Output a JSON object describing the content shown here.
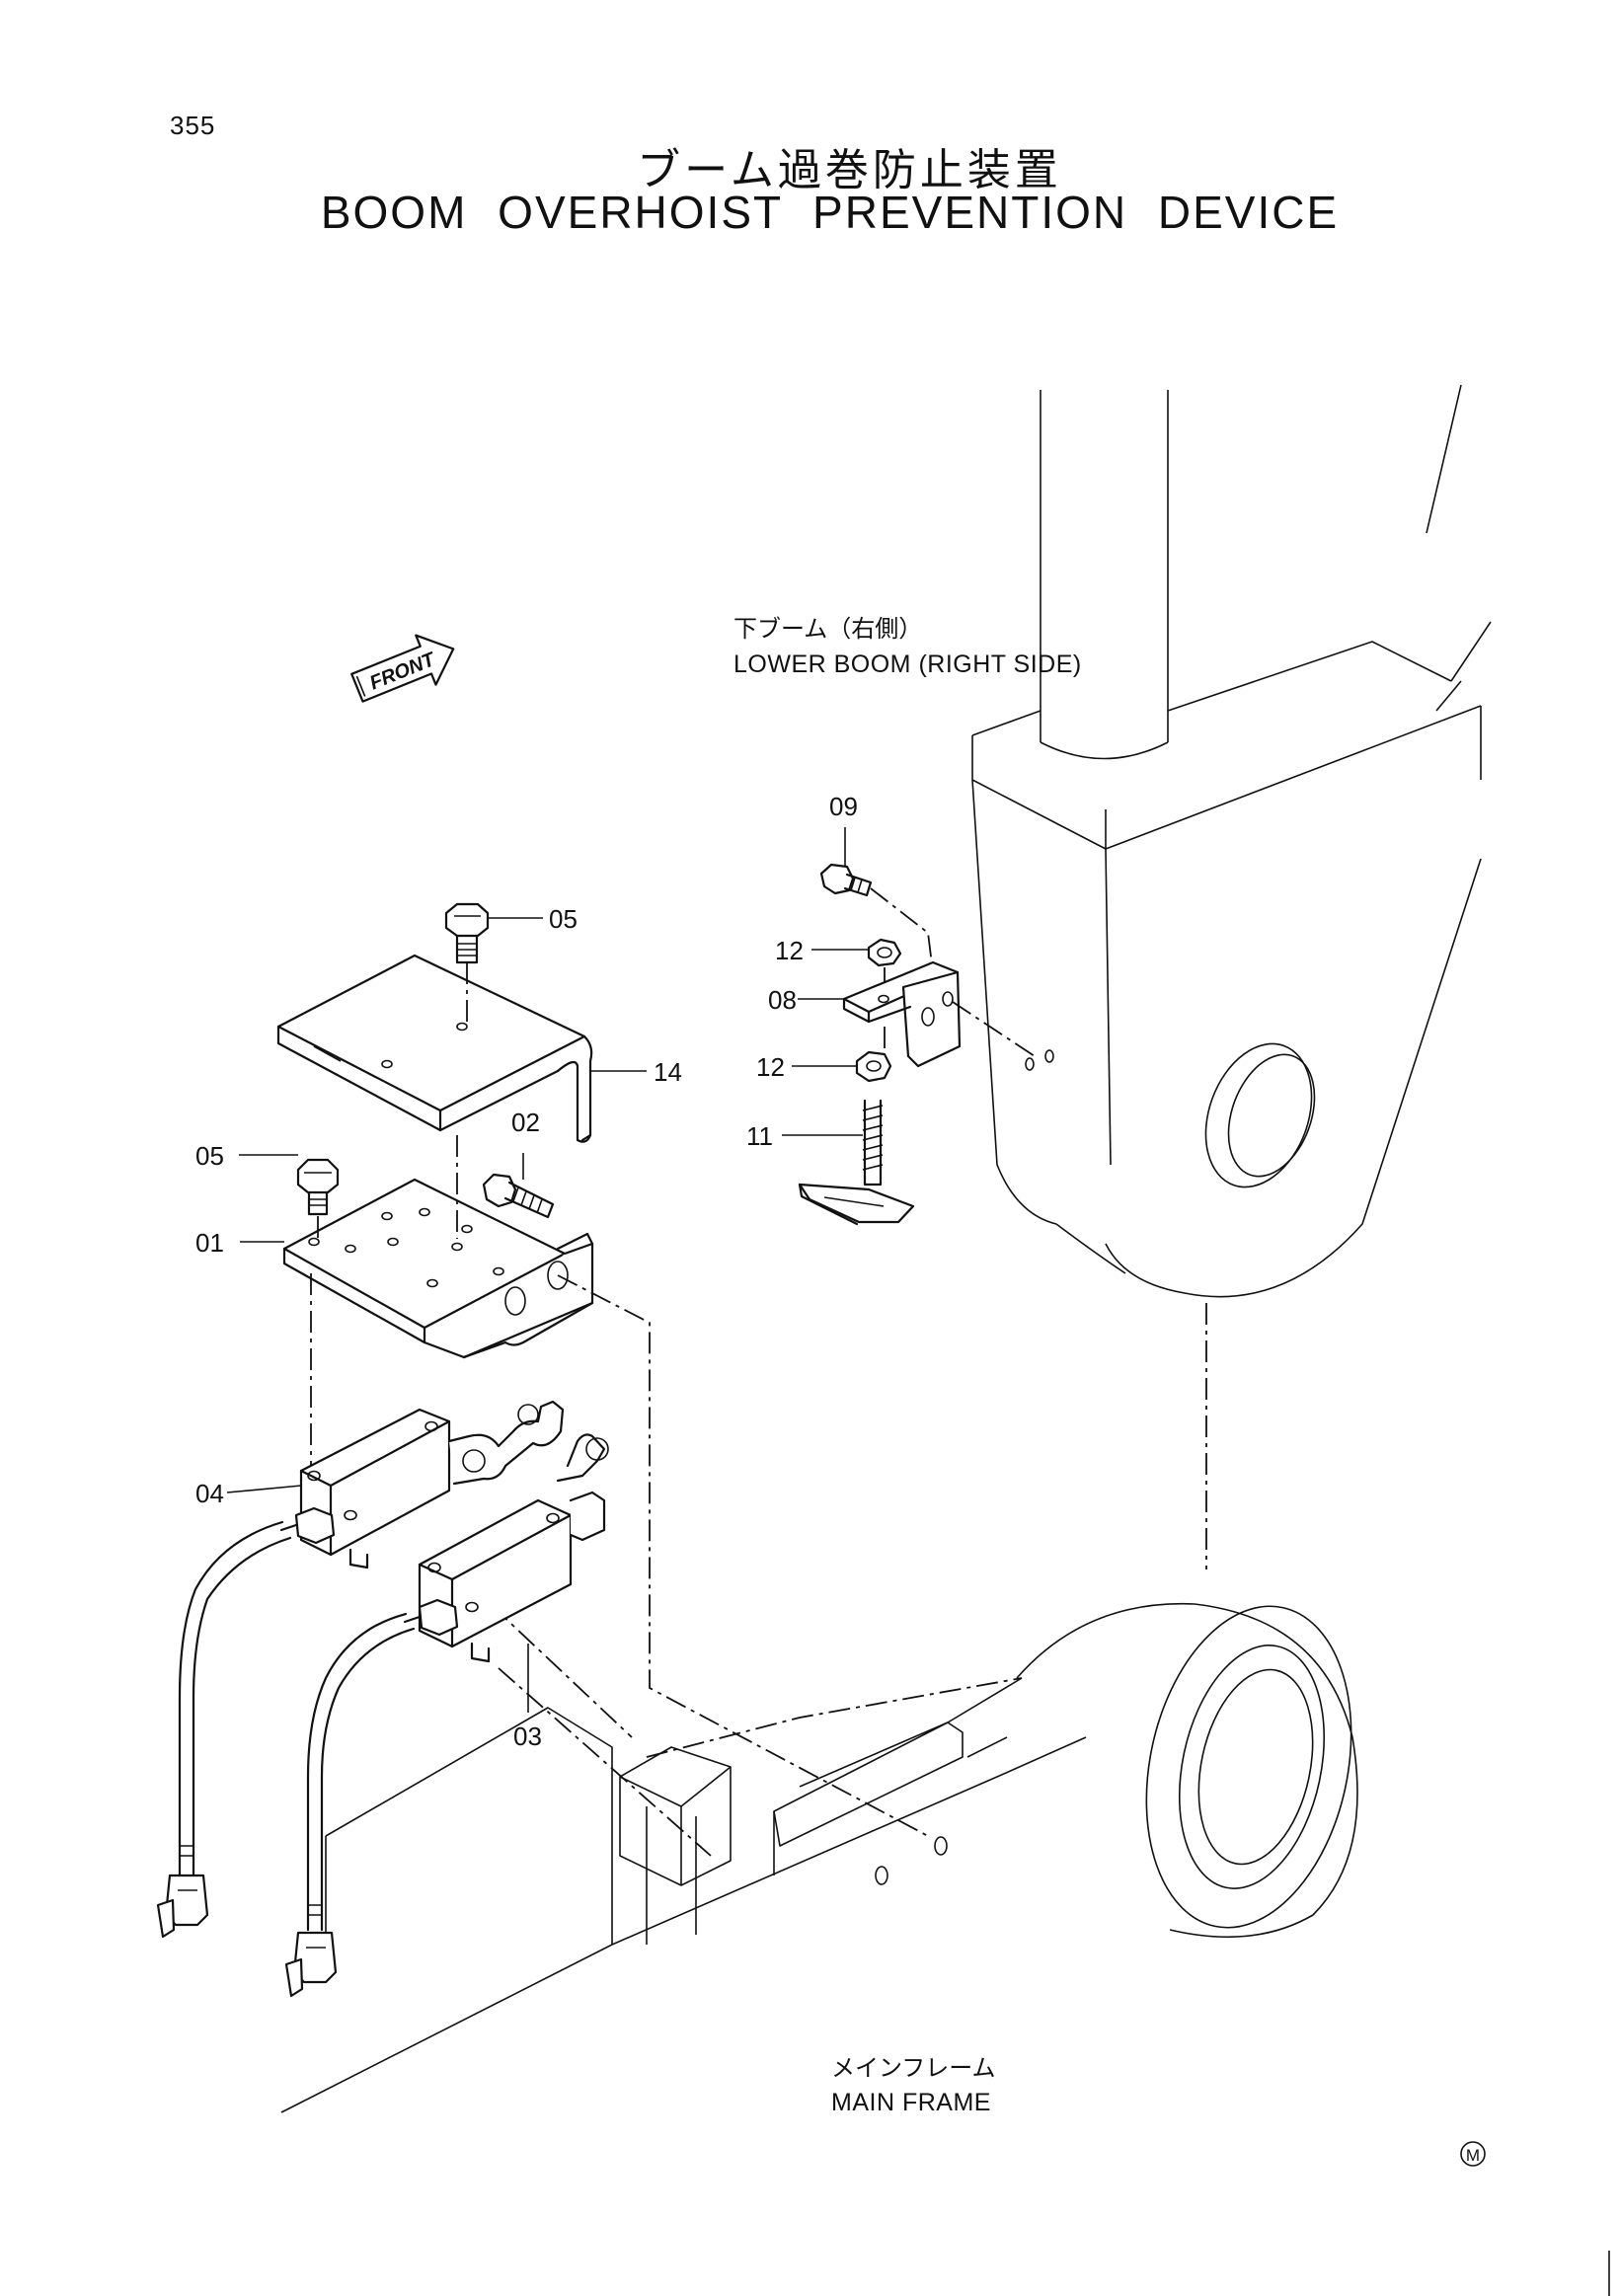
{
  "page_number": "355",
  "title": {
    "japanese": "ブーム過巻防止装置",
    "english": "BOOM OVERHOIST PREVENTION DEVICE"
  },
  "direction_arrow": {
    "label": "FRONT",
    "icon": "front-arrow-icon"
  },
  "area_labels": {
    "lower_boom_jp": "下ブーム（右側）",
    "lower_boom_en": "LOWER BOOM (RIGHT SIDE)",
    "main_frame_jp": "メインフレーム",
    "main_frame_en": "MAIN FRAME"
  },
  "part_callouts": [
    {
      "id": "01"
    },
    {
      "id": "02"
    },
    {
      "id": "03"
    },
    {
      "id": "04"
    },
    {
      "id": "05"
    },
    {
      "id": "05"
    },
    {
      "id": "08"
    },
    {
      "id": "09"
    },
    {
      "id": "11"
    },
    {
      "id": "12"
    },
    {
      "id": "12"
    },
    {
      "id": "14"
    }
  ],
  "corner_mark": "M"
}
